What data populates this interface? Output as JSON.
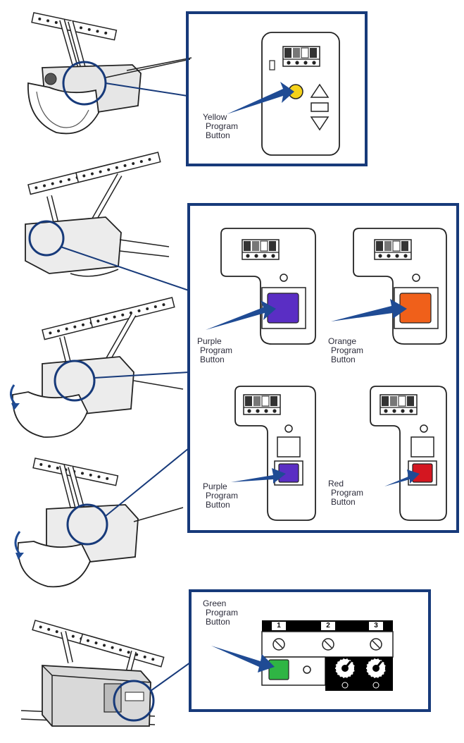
{
  "colors": {
    "frame": "#173a7a",
    "arrow": "#1f4b94",
    "yellow": "#f5d21a",
    "purple": "#5a2ec4",
    "orange": "#f0601a",
    "red": "#d41620",
    "green": "#2fb544",
    "outline": "#222222"
  },
  "labels": {
    "yellow": {
      "line1": "Yellow",
      "line2": "Program",
      "line3": "Button"
    },
    "purple_a": {
      "line1": "Purple",
      "line2": "Program",
      "line3": "Button"
    },
    "orange": {
      "line1": "Orange",
      "line2": "Program",
      "line3": "Button"
    },
    "purple_b": {
      "line1": "Purple",
      "line2": "Program",
      "line3": "Button"
    },
    "red": {
      "line1": "Red",
      "line2": "Program",
      "line3": "Button"
    },
    "green": {
      "line1": "Green",
      "line2": "Program",
      "line3": "Button"
    }
  },
  "dip_numbers": [
    "1",
    "2",
    "3"
  ]
}
